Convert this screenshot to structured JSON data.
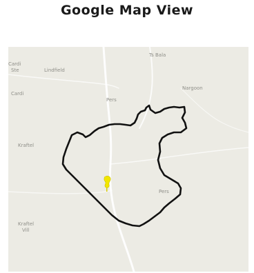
{
  "page": {
    "title": "Google Map View"
  },
  "map": {
    "colors": {
      "land": "#ecebe4",
      "road": "#ffffff",
      "boundary": "#111111",
      "marker": "#f2e600",
      "label": "#8e8e88"
    },
    "labels": {
      "top_left": "Cardi",
      "top_left_second": "Ste",
      "top_left_district": "Lindfield",
      "top_center": "Ts Bala",
      "left_mid": "Cardi",
      "right_upper": "Nargoon",
      "center_upper": "Pers",
      "left_center": "Kraftel",
      "right_center": "Pers",
      "bottom_left": "Kraftel",
      "bottom_left_second": "Vill"
    },
    "marker_icon": "map-pin-icon"
  }
}
